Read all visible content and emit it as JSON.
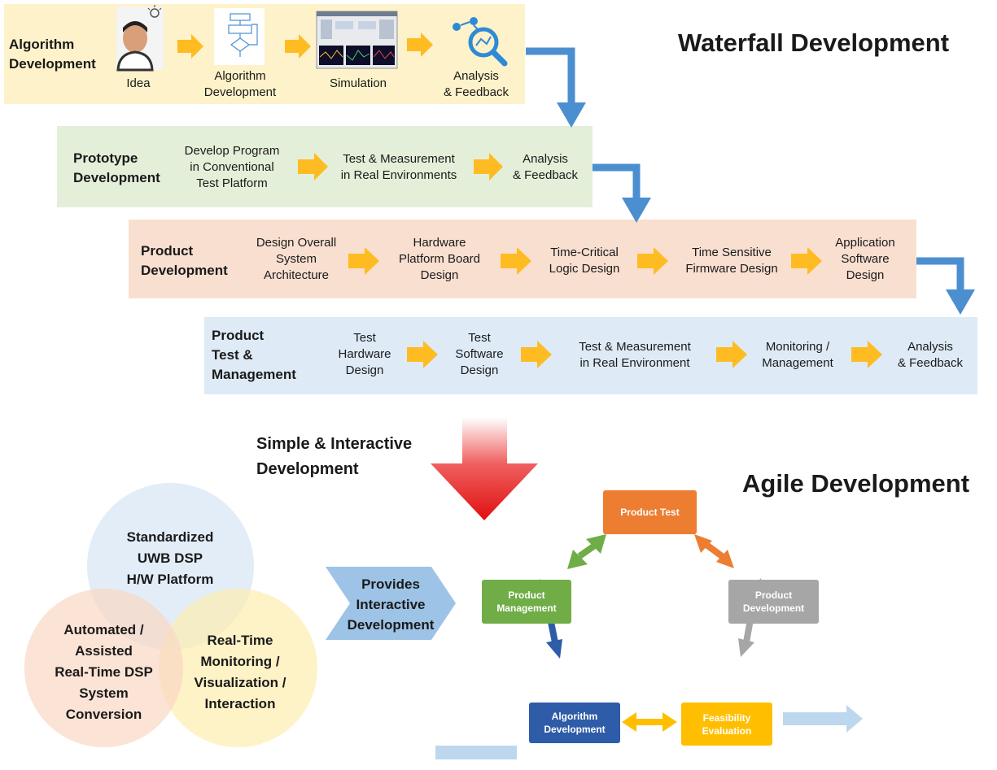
{
  "titles": {
    "waterfall": "Waterfall Development",
    "agile": "Agile Development",
    "transition": "Simple & Interactive\nDevelopment"
  },
  "colors": {
    "band1": "#fdf2c9",
    "band2": "#e4efd9",
    "band3": "#f9dfd0",
    "band4": "#deeaf6",
    "yellow_arrow": "#ffbb22",
    "blue_arrow": "#4b8fd0",
    "red_arrow": "#e01515",
    "product_test": "#ed7d31",
    "product_management": "#70ad47",
    "product_development": "#a6a6a6",
    "algorithm_development": "#2e5ca8",
    "feasibility": "#ffbf00"
  },
  "waterfall": {
    "algorithm": {
      "stage": "Algorithm\nDevelopment",
      "steps": [
        "Idea",
        "Algorithm\nDevelopment",
        "Simulation",
        "Analysis\n& Feedback"
      ]
    },
    "prototype": {
      "stage": "Prototype\nDevelopment",
      "steps": [
        "Develop Program\nin Conventional\nTest Platform",
        "Test & Measurement\nin Real Environments",
        "Analysis\n& Feedback"
      ]
    },
    "product": {
      "stage": "Product\nDevelopment",
      "steps": [
        "Design Overall\nSystem\nArchitecture",
        "Hardware\nPlatform Board\nDesign",
        "Time-Critical\nLogic Design",
        "Time Sensitive\nFirmware Design",
        "Application\nSoftware\nDesign"
      ]
    },
    "test": {
      "stage": "Product\nTest &\nManagement",
      "steps": [
        "Test\nHardware\nDesign",
        "Test\nSoftware\nDesign",
        "Test & Measurement\nin Real Environment",
        "Monitoring /\nManagement",
        "Analysis\n& Feedback"
      ]
    }
  },
  "venn": {
    "top": "Standardized\nUWB DSP\nH/W Platform",
    "left": "Automated /\nAssisted\nReal-Time DSP\nSystem\nConversion",
    "right": "Real-Time\nMonitoring /\nVisualization /\nInteraction"
  },
  "chevron_text": "Provides\nInteractive\nDevelopment",
  "agile": {
    "product_test": "Product Test",
    "product_management": "Product\nManagement",
    "product_development": "Product\nDevelopment",
    "algorithm_development": "Algorithm\nDevelopment",
    "feasibility": "Feasibility\nEvaluation"
  }
}
